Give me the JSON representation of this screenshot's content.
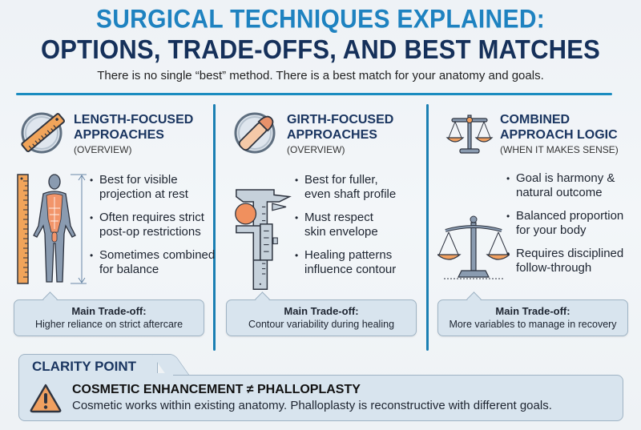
{
  "header": {
    "title_line1": "SURGICAL TECHNIQUES EXPLAINED:",
    "title_line2": "OPTIONS, TRADE-OFFS, AND BEST MATCHES",
    "subtitle": "There is no single “best” method. There is a best match for your anatomy and goals."
  },
  "columns": [
    {
      "icon": "ruler-icon",
      "title_line1": "LENGTH-FOCUSED",
      "title_line2": "APPROACHES",
      "subtitle": "(OVERVIEW)",
      "illustration": "body-measurement-illustration",
      "bullets": [
        {
          "line1": "Best for visible",
          "line2": "projection at rest"
        },
        {
          "line1": "Often requires strict",
          "line2": "post-op restrictions"
        },
        {
          "line1": "Sometimes combined",
          "line2": "for balance"
        }
      ],
      "tradeoff_label": "Main Trade-off:",
      "tradeoff_text": "Higher reliance on strict aftercare"
    },
    {
      "icon": "girth-icon",
      "title_line1": "GIRTH-FOCUSED",
      "title_line2": "APPROACHES",
      "subtitle": "(OVERVIEW)",
      "illustration": "caliper-illustration",
      "bullets": [
        {
          "line1": "Best for fuller,",
          "line2": "even shaft profile"
        },
        {
          "line1": "Must respect",
          "line2": "skin envelope"
        },
        {
          "line1": "Healing patterns",
          "line2": "influence contour"
        }
      ],
      "tradeoff_label": "Main Trade-off:",
      "tradeoff_text": "Contour variability during healing"
    },
    {
      "icon": "scales-icon",
      "title_line1": "COMBINED",
      "title_line2": "APPROACH LOGIC",
      "subtitle": "(WHEN IT MAKES SENSE)",
      "illustration": "balance-scale-illustration",
      "bullets": [
        {
          "line1": "Goal is harmony &",
          "line2": "natural outcome"
        },
        {
          "line1": "Balanced proportion",
          "line2": "for your body"
        },
        {
          "line1": "Requires disciplined",
          "line2": "follow-through"
        }
      ],
      "tradeoff_label": "Main Trade-off:",
      "tradeoff_text": "More variables to manage in recovery"
    }
  ],
  "clarity": {
    "tab_label": "CLARITY POINT",
    "icon": "warning-icon",
    "headline": "COSMETIC ENHANCEMENT ≠ PHALLOPLASTY",
    "text": "Cosmetic works within existing anatomy. Phalloplasty is reconstructive with different goals."
  },
  "colors": {
    "title_blue": "#1e82c0",
    "title_navy": "#15305a",
    "divider_blue": "#1a7fb3",
    "accent_orange": "#f0a060",
    "panel_bg": "#d8e4ee"
  }
}
